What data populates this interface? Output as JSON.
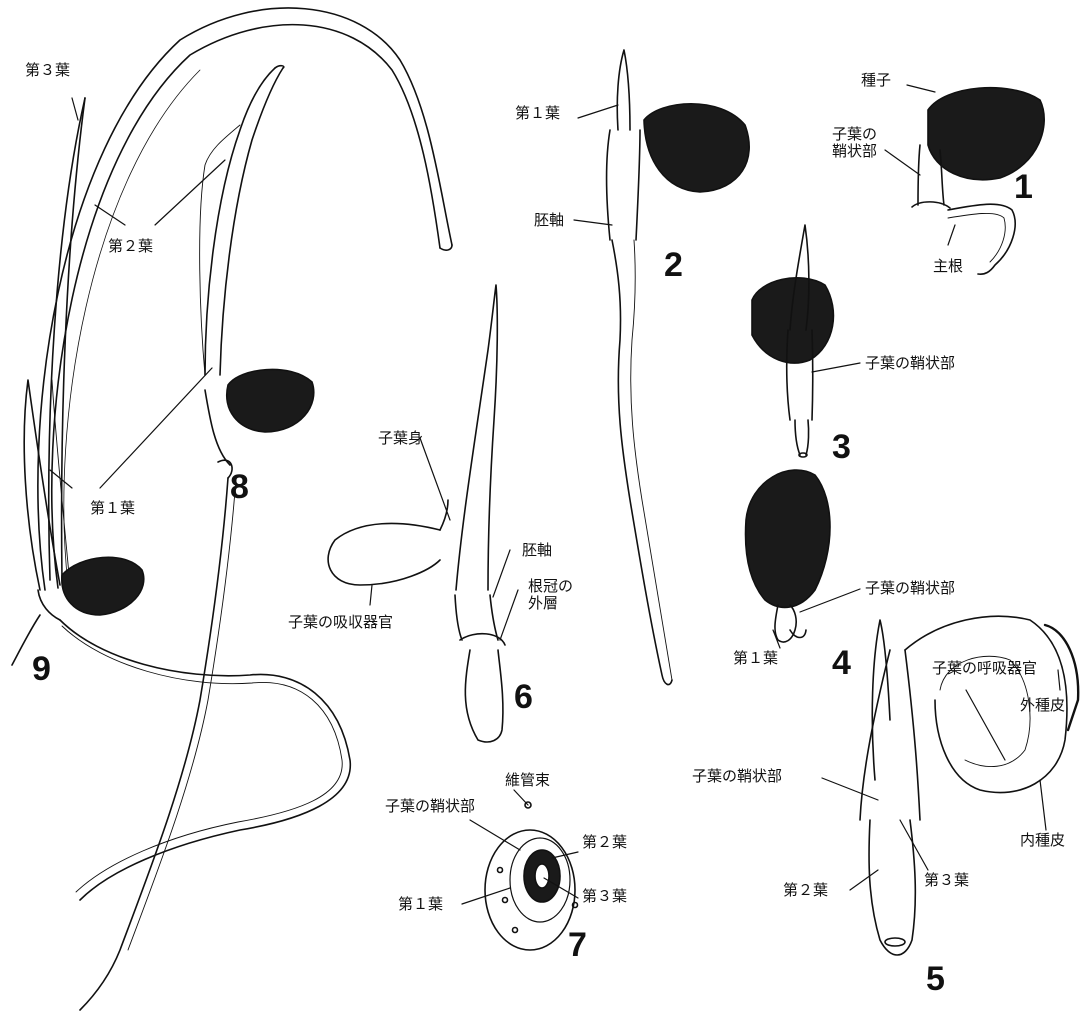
{
  "figures": {
    "f1": "1",
    "f2": "2",
    "f3": "3",
    "f4": "4",
    "f5": "5",
    "f6": "6",
    "f7": "7",
    "f8": "8",
    "f9": "9"
  },
  "labels": {
    "third_leaf_9": "第３葉",
    "second_leaf_9_8": "第２葉",
    "first_leaf_9_8": "第１葉",
    "first_leaf_2": "第１葉",
    "hypocotyl_2": "胚軸",
    "seed_1": "種子",
    "coleoptile_sheath_1": "子葉の\n鞘状部",
    "primary_root_1": "主根",
    "coleoptile_sheath_3": "子葉の鞘状部",
    "cotyledon_blade_6": "子葉身",
    "hypocotyl_6": "胚軸",
    "root_cap_outer_6": "根冠の\n外層",
    "cotyledon_absorb_6": "子葉の吸収器官",
    "coleoptile_sheath_4": "子葉の鞘状部",
    "first_leaf_4": "第１葉",
    "cotyledon_resp_5": "子葉の呼吸器官",
    "outer_seedcoat_5": "外種皮",
    "coleoptile_sheath_5": "子葉の鞘状部",
    "third_leaf_5": "第３葉",
    "second_leaf_5": "第２葉",
    "inner_seedcoat_5": "内種皮",
    "vascular_bundle_7": "維管束",
    "coleoptile_sheath_7": "子葉の鞘状部",
    "second_leaf_7": "第２葉",
    "first_leaf_7": "第１葉",
    "third_leaf_7": "第３葉"
  },
  "colors": {
    "ink": "#111111",
    "paper": "#ffffff",
    "seed": "#1a1a1a"
  }
}
